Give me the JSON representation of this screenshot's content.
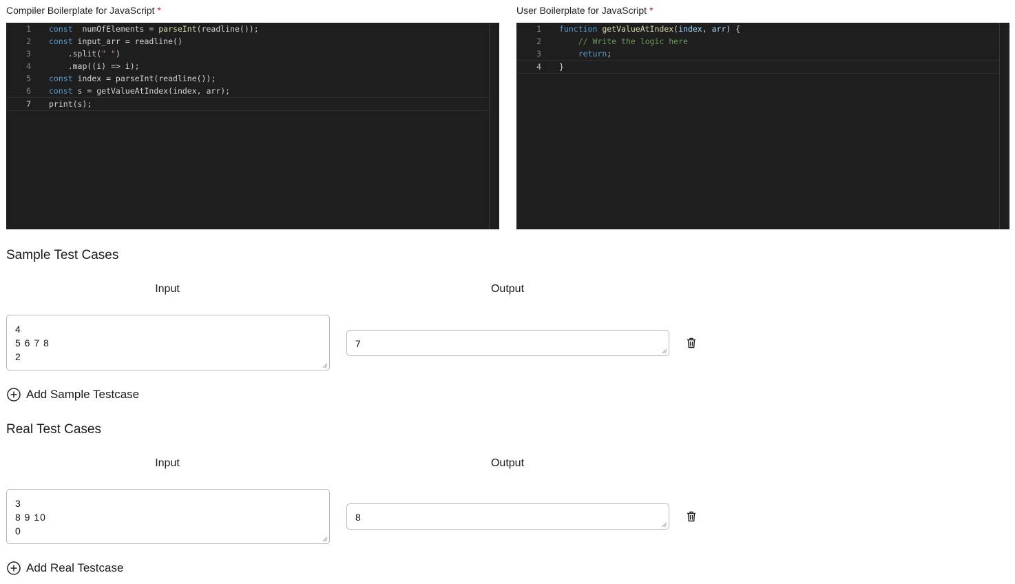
{
  "compiler": {
    "label": "Compiler Boilerplate for JavaScript",
    "required_mark": "*",
    "lines": [
      {
        "n": "1",
        "tokens": [
          [
            "kw",
            "const"
          ],
          [
            "",
            "  numOfElements = "
          ],
          [
            "fn",
            "parseInt"
          ],
          [
            "",
            "(readline());"
          ]
        ]
      },
      {
        "n": "2",
        "tokens": [
          [
            "kw",
            "const"
          ],
          [
            "",
            " input_arr = readline()"
          ]
        ]
      },
      {
        "n": "3",
        "tokens": [
          [
            "",
            "    .split("
          ],
          [
            "str",
            "\" \""
          ],
          [
            "",
            ")"
          ]
        ]
      },
      {
        "n": "4",
        "tokens": [
          [
            "",
            "    .map((i) => i);"
          ]
        ]
      },
      {
        "n": "5",
        "tokens": [
          [
            "kw",
            "const"
          ],
          [
            "",
            " index = parseInt(readline());"
          ]
        ]
      },
      {
        "n": "6",
        "tokens": [
          [
            "kw",
            "const"
          ],
          [
            "",
            " s = getValueAtIndex(index, arr);"
          ]
        ]
      },
      {
        "n": "7",
        "tokens": [
          [
            "",
            "print(s);"
          ]
        ]
      }
    ]
  },
  "user": {
    "label": "User Boilerplate for JavaScript",
    "required_mark": "*",
    "lines": [
      {
        "n": "1",
        "tokens": [
          [
            "kw",
            "function"
          ],
          [
            "fn",
            " getValueAtIndex"
          ],
          [
            "",
            "("
          ],
          [
            "prm",
            "index"
          ],
          [
            "",
            ", "
          ],
          [
            "prm",
            "arr"
          ],
          [
            "",
            ") {"
          ]
        ]
      },
      {
        "n": "2",
        "tokens": [
          [
            "",
            "    "
          ],
          [
            "cm",
            "// Write the logic here"
          ]
        ]
      },
      {
        "n": "3",
        "tokens": [
          [
            "",
            "    "
          ],
          [
            "kw",
            "return"
          ],
          [
            "",
            ";"
          ]
        ]
      },
      {
        "n": "4",
        "tokens": [
          [
            "",
            "}"
          ]
        ]
      }
    ]
  },
  "sample": {
    "title": "Sample Test Cases",
    "input_header": "Input",
    "output_header": "Output",
    "input_lines": [
      "4",
      "5 6 7 8",
      "2"
    ],
    "output_value": "7",
    "add_label": "Add Sample Testcase"
  },
  "real": {
    "title": "Real Test Cases",
    "input_header": "Input",
    "output_header": "Output",
    "input_lines": [
      "3",
      "8 9 10",
      "0"
    ],
    "output_value": "8",
    "add_label": "Add Real Testcase"
  },
  "icons": {
    "delete": "trash-icon",
    "add": "plus-circle-icon"
  }
}
